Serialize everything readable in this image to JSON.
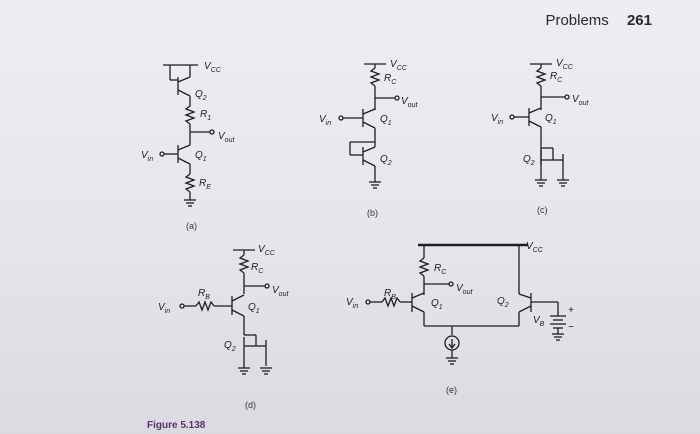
{
  "header": {
    "title": "Problems",
    "page_number": "261"
  },
  "figure_caption": "Figure 5.138",
  "circuits": [
    {
      "caption": "(a)",
      "labels": {
        "vcc": "V",
        "vcc_sub": "CC",
        "q2": "Q",
        "q2_sub": "2",
        "r1": "R",
        "r1_sub": "1",
        "vout": "V",
        "vout_sub": "out",
        "vin": "V",
        "vin_sub": "in",
        "q1": "Q",
        "q1_sub": "1",
        "re": "R",
        "re_sub": "E"
      }
    },
    {
      "caption": "(b)",
      "labels": {
        "vcc": "V",
        "vcc_sub": "CC",
        "rc": "R",
        "rc_sub": "C",
        "vout": "V",
        "vout_sub": "out",
        "vin": "V",
        "vin_sub": "in",
        "q1": "Q",
        "q1_sub": "1",
        "q2": "Q",
        "q2_sub": "2"
      }
    },
    {
      "caption": "(c)",
      "labels": {
        "vcc": "V",
        "vcc_sub": "CC",
        "rc": "R",
        "rc_sub": "C",
        "vout": "V",
        "vout_sub": "out",
        "vin": "V",
        "vin_sub": "in",
        "q1": "Q",
        "q1_sub": "1",
        "q2": "Q",
        "q2_sub": "2"
      }
    },
    {
      "caption": "(d)",
      "labels": {
        "vcc": "V",
        "vcc_sub": "CC",
        "rc": "R",
        "rc_sub": "C",
        "vout": "V",
        "vout_sub": "out",
        "rb": "R",
        "rb_sub": "B",
        "vin": "V",
        "vin_sub": "in",
        "q1": "Q",
        "q1_sub": "1",
        "q2": "Q",
        "q2_sub": "2"
      }
    },
    {
      "caption": "(e)",
      "labels": {
        "vcc": "V",
        "vcc_sub": "CC",
        "rc": "R",
        "rc_sub": "C",
        "vout": "V",
        "vout_sub": "out",
        "rb": "R",
        "rb_sub": "B",
        "vin": "V",
        "vin_sub": "in",
        "q1": "Q",
        "q1_sub": "1",
        "q2": "Q",
        "q2_sub": "2",
        "vb": "V",
        "vb_sub": "B",
        "plus": "+",
        "minus": "−"
      }
    }
  ]
}
